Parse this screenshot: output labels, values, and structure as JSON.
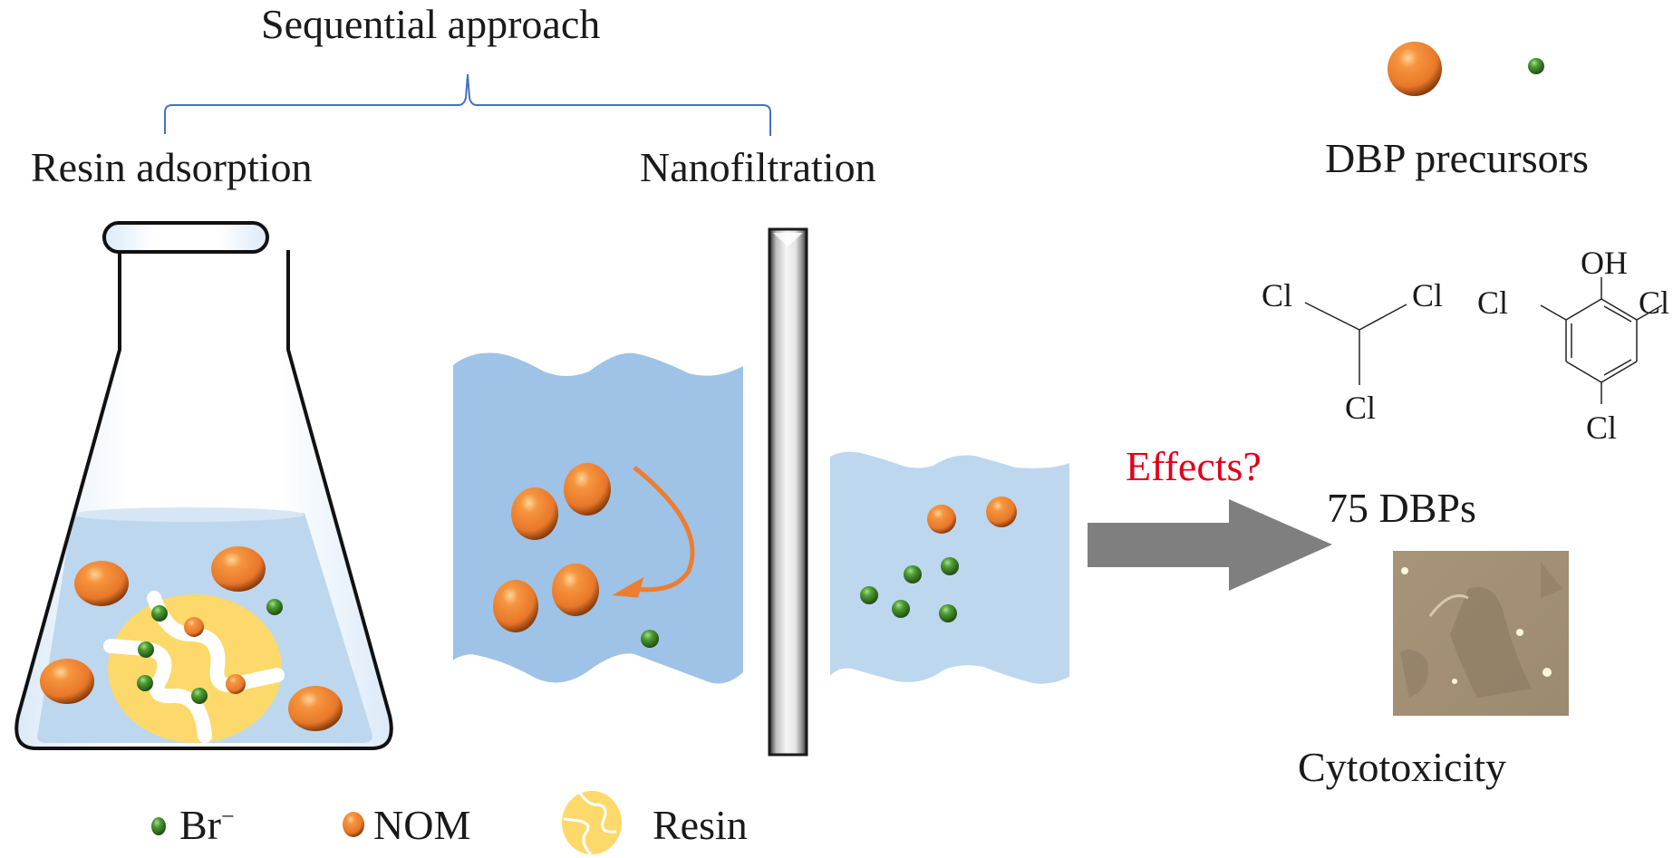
{
  "title": "Sequential approach",
  "stages": {
    "resin_label": "Resin adsorption",
    "nanofiltration_label": "Nanofiltration"
  },
  "precursors": {
    "label": "DBP precursors"
  },
  "effects": {
    "label": "Effects?",
    "color": "#e0001b"
  },
  "outcomes": {
    "dbps_label": "75 DBPs",
    "cytotoxicity_label": "Cytotoxicity"
  },
  "chemicals": {
    "chloroform": {
      "atoms": [
        "Cl",
        "Cl",
        "Cl"
      ]
    },
    "trichlorophenol": {
      "oh": "OH",
      "atoms": [
        "Cl",
        "Cl",
        "Cl"
      ]
    }
  },
  "legend": [
    {
      "icon": "green-sphere-icon",
      "label": "Br",
      "superscript": "−"
    },
    {
      "icon": "orange-sphere-icon",
      "label": "NOM"
    },
    {
      "icon": "resin-bead-icon",
      "label": "Resin"
    }
  ],
  "colors": {
    "nom": "#f08a35",
    "bromide": "#4a9a32",
    "resin": "#fcd96a",
    "water_dark": "#9ec3e6",
    "water_light": "#bdd7ee",
    "bracket": "#4472c4",
    "arrow": "#7f7f7f"
  }
}
